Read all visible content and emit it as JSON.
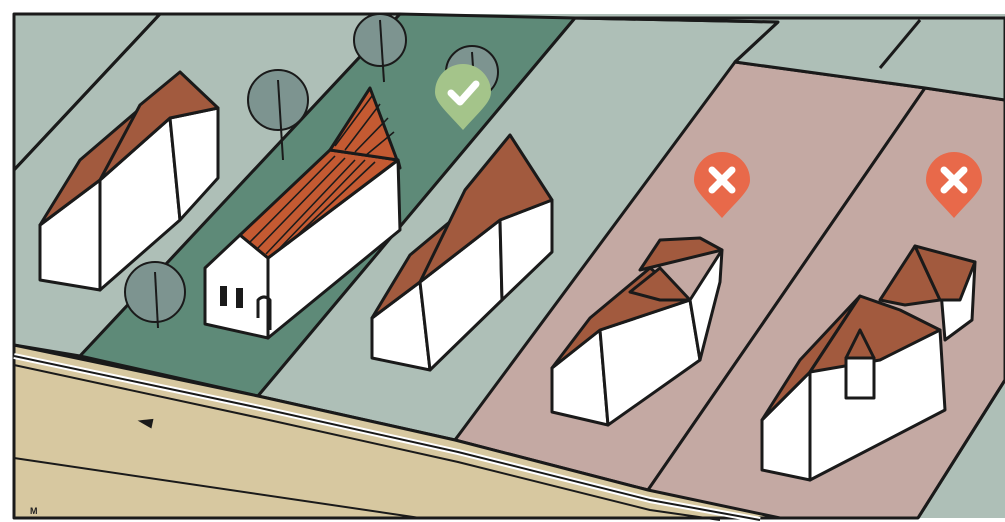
{
  "illustration": {
    "signature": "M",
    "arrow_symbol": "◄",
    "colors": {
      "plot_light": "#aebfb7",
      "plot_highlight": "#5e8a78",
      "plot_rejected": "#c4a9a3",
      "road": "#d7c8a0",
      "roof": "#a25a3e",
      "roof_tiled": "#c45a32",
      "wall": "#ffffff",
      "tree": "#7d9490",
      "outline": "#1a1a1a"
    }
  },
  "markers": [
    {
      "status": "approved",
      "icon": "check-icon",
      "color": "#a4c48a"
    },
    {
      "status": "rejected",
      "icon": "cross-icon",
      "color": "#e8694a"
    },
    {
      "status": "rejected",
      "icon": "cross-icon",
      "color": "#e8694a"
    }
  ]
}
